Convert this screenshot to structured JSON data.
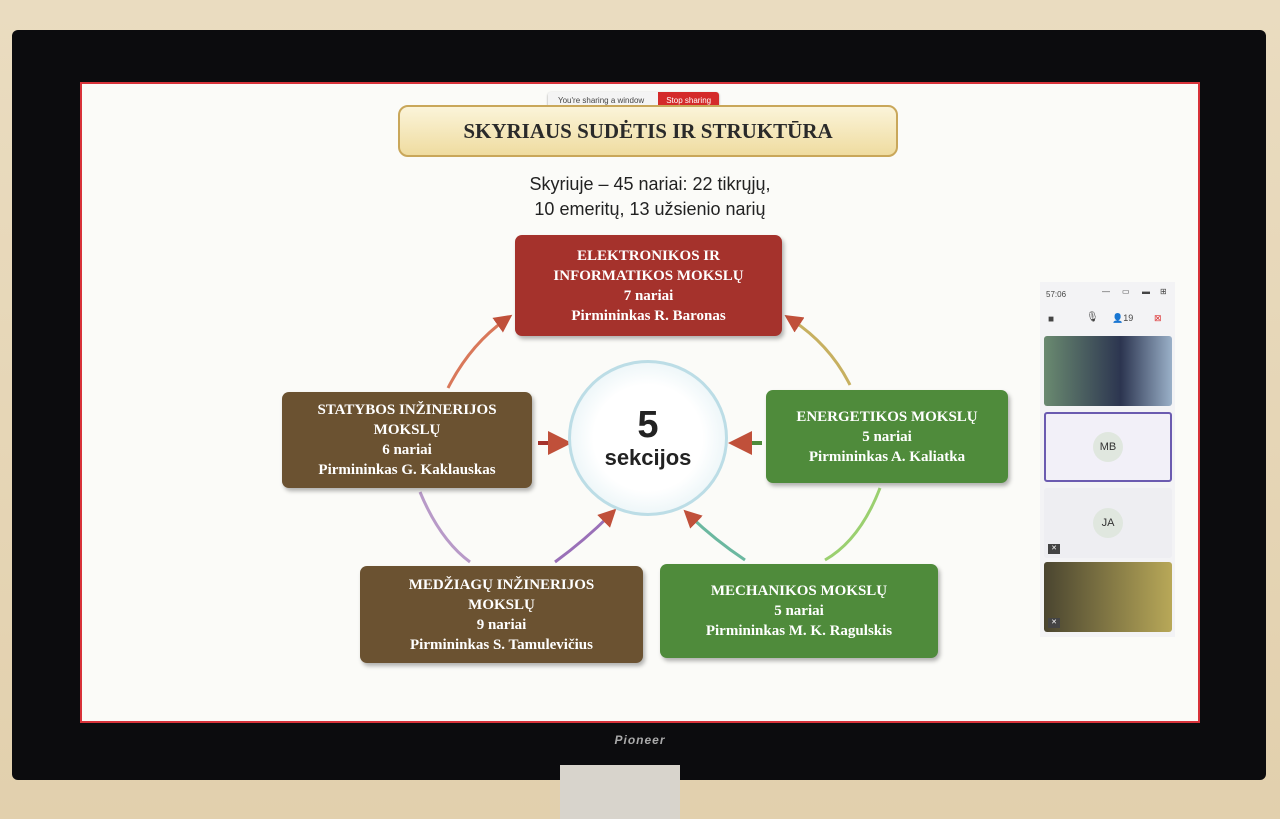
{
  "monitor": {
    "brand": "Pioneer"
  },
  "share_bar": {
    "message": "You're sharing a window",
    "stop": "Stop sharing"
  },
  "slide": {
    "title": "SKYRIAUS SUDĖTIS IR STRUKTŪRA",
    "subtitle_line1": "Skyriuje – 45 nariai: 22 tikrųjų,",
    "subtitle_line2": "10 emeritų, 13 užsienio narių",
    "center": {
      "number": "5",
      "label": "sekcijos"
    },
    "sections": [
      {
        "name1": "ELEKTRONIKOS IR",
        "name2": "INFORMATIKOS MOKSLŲ",
        "members": "7 nariai",
        "chair": "Pirmininkas R. Baronas",
        "color": "#a5322c"
      },
      {
        "name1": "ENERGETIKOS MOKSLŲ",
        "name2": "",
        "members": "5 nariai",
        "chair": "Pirmininkas A. Kaliatka",
        "color": "#4f8b3b"
      },
      {
        "name1": "MECHANIKOS MOKSLŲ",
        "name2": "",
        "members": "5 nariai",
        "chair": "Pirmininkas M. K. Ragulskis",
        "color": "#4f8b3b"
      },
      {
        "name1": "MEDŽIAGŲ INŽINERIJOS",
        "name2": "MOKSLŲ",
        "members": "9 nariai",
        "chair": "Pirmininkas S. Tamulevičius",
        "color": "#6b5231"
      },
      {
        "name1": "STATYBOS INŽINERIJOS",
        "name2": "MOKSLŲ",
        "members": "6 nariai",
        "chair": "Pirmininkas G. Kaklauskas",
        "color": "#6b5231"
      }
    ]
  },
  "call_panel": {
    "time": "57:06",
    "participants": "19",
    "tiles": [
      {
        "initials": "MB"
      },
      {
        "initials": "JA"
      }
    ]
  }
}
